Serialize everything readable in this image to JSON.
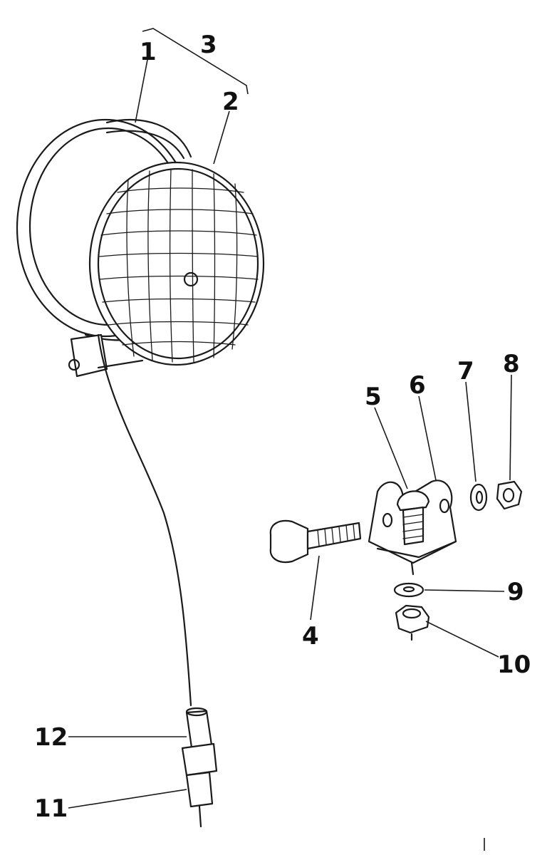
{
  "callouts": {
    "c1": "1",
    "c2": "2",
    "c3": "3",
    "c4": "4",
    "c5": "5",
    "c6": "6",
    "c7": "7",
    "c8": "8",
    "c9": "9",
    "c10": "10",
    "c11": "11",
    "c12": "12"
  },
  "colors": {
    "ink": "#1a1a1a",
    "background": "#ffffff"
  }
}
